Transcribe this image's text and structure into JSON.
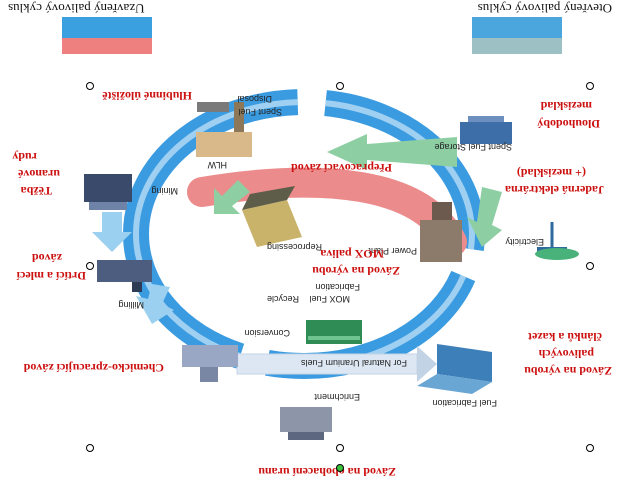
{
  "titles": {
    "closed_cycle": "Uzavřený palivový cyklus",
    "open_cycle": "Otevřený palivový cyklus"
  },
  "legend_colors": {
    "closed_top": "#ee8080",
    "closed_bottom": "#3aa0e0",
    "open_top": "#9cc0c4",
    "open_bottom": "#4aa6dd"
  },
  "stage_labels": {
    "mining": "Mining",
    "milling": "Milling",
    "conversion": "Conversion",
    "enrichment": "Enrichment",
    "fuel_fabrication": "Fuel Fabrication",
    "power_plant": "Power Plant",
    "electricity": "Electricity",
    "spent_fuel_storage": "Spent Fuel Storage",
    "spent_fuel_disposal_line1": "Spent Fuel",
    "spent_fuel_disposal_line2": "Disposal",
    "hlw": "HLW",
    "reprocessing": "Reprocessing",
    "mox_fuel_line1": "MOX Fuel",
    "mox_fuel_line2": "Fabrication",
    "recycle": "Recycle",
    "natural_uranium": "For Natural Uranium Fuels"
  },
  "czech_labels": {
    "deep_storage": "Hlubinné úložiště",
    "mining_1": "Těžba",
    "mining_2": "uranové",
    "mining_3": "rudy",
    "milling_1": "Drtící a mlecí",
    "milling_2": "závod",
    "chemical": "Chemicko-zpracující závod",
    "enrichment": "Závod na obohacení uranu",
    "fabrication_1": "Závod na výrobu",
    "fabrication_2": "palivových",
    "fabrication_3": "článků a kazet",
    "npp_1": "Jaderná elektrárna",
    "npp_2": "(+ mezisklad)",
    "longterm_1": "Dlouhodobý",
    "longterm_2": "mezisklad",
    "reprocessing": "Přepracovací závod",
    "mox_1": "Závod na výrobu",
    "mox_2": "MOX paliva"
  }
}
